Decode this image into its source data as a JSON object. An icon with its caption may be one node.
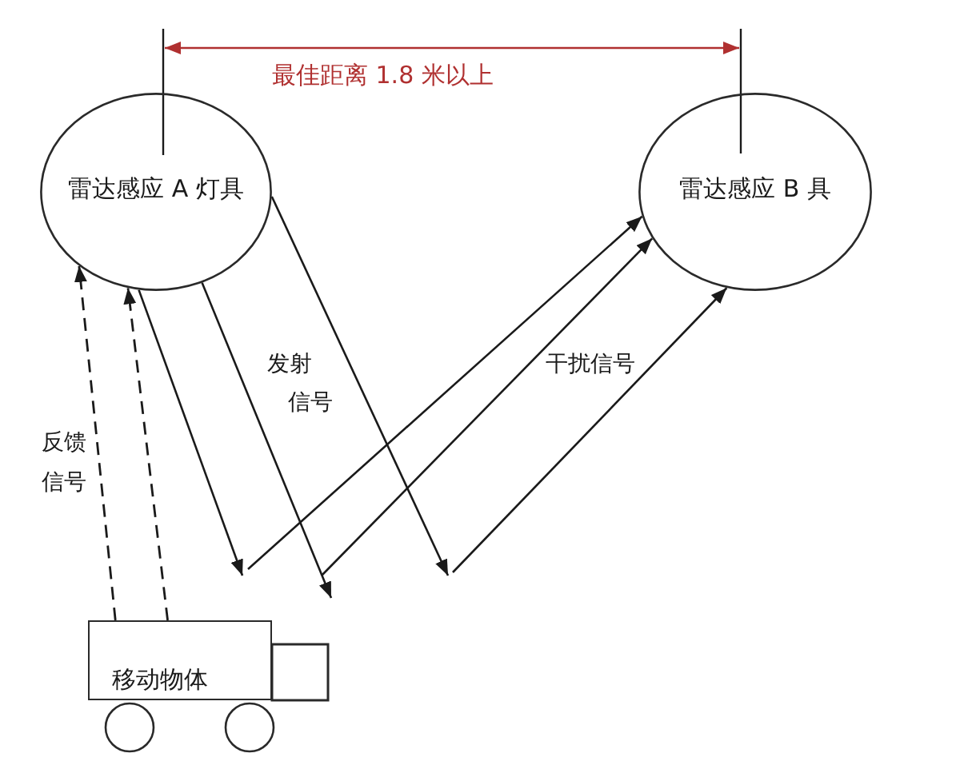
{
  "diagram": {
    "nodes": [
      {
        "text": [
          "雷达感应 A 灯具"
        ]
      },
      {
        "text": [
          "雷达感应 B 具"
        ]
      },
      {
        "text": [
          "移动物体"
        ]
      }
    ],
    "edges": [
      {
        "from": 2,
        "to": 0,
        "arrow": "to",
        "style": "dashed"
      },
      {
        "from": 2,
        "to": 0,
        "arrow": "to",
        "style": "dashed"
      },
      {
        "from": 0,
        "to": null,
        "arrow": "to"
      },
      {
        "from": 0,
        "to": null,
        "arrow": "to"
      },
      {
        "from": 0,
        "to": null,
        "arrow": "to"
      },
      {
        "from": null,
        "to": 1,
        "arrow": "to"
      },
      {
        "from": null,
        "to": 1,
        "arrow": "to"
      },
      {
        "from": null,
        "to": 1,
        "arrow": "to"
      }
    ],
    "labels": [
      "最佳距离 1.8 米以上",
      "发射信号",
      "干扰信号",
      "反馈信号"
    ]
  }
}
